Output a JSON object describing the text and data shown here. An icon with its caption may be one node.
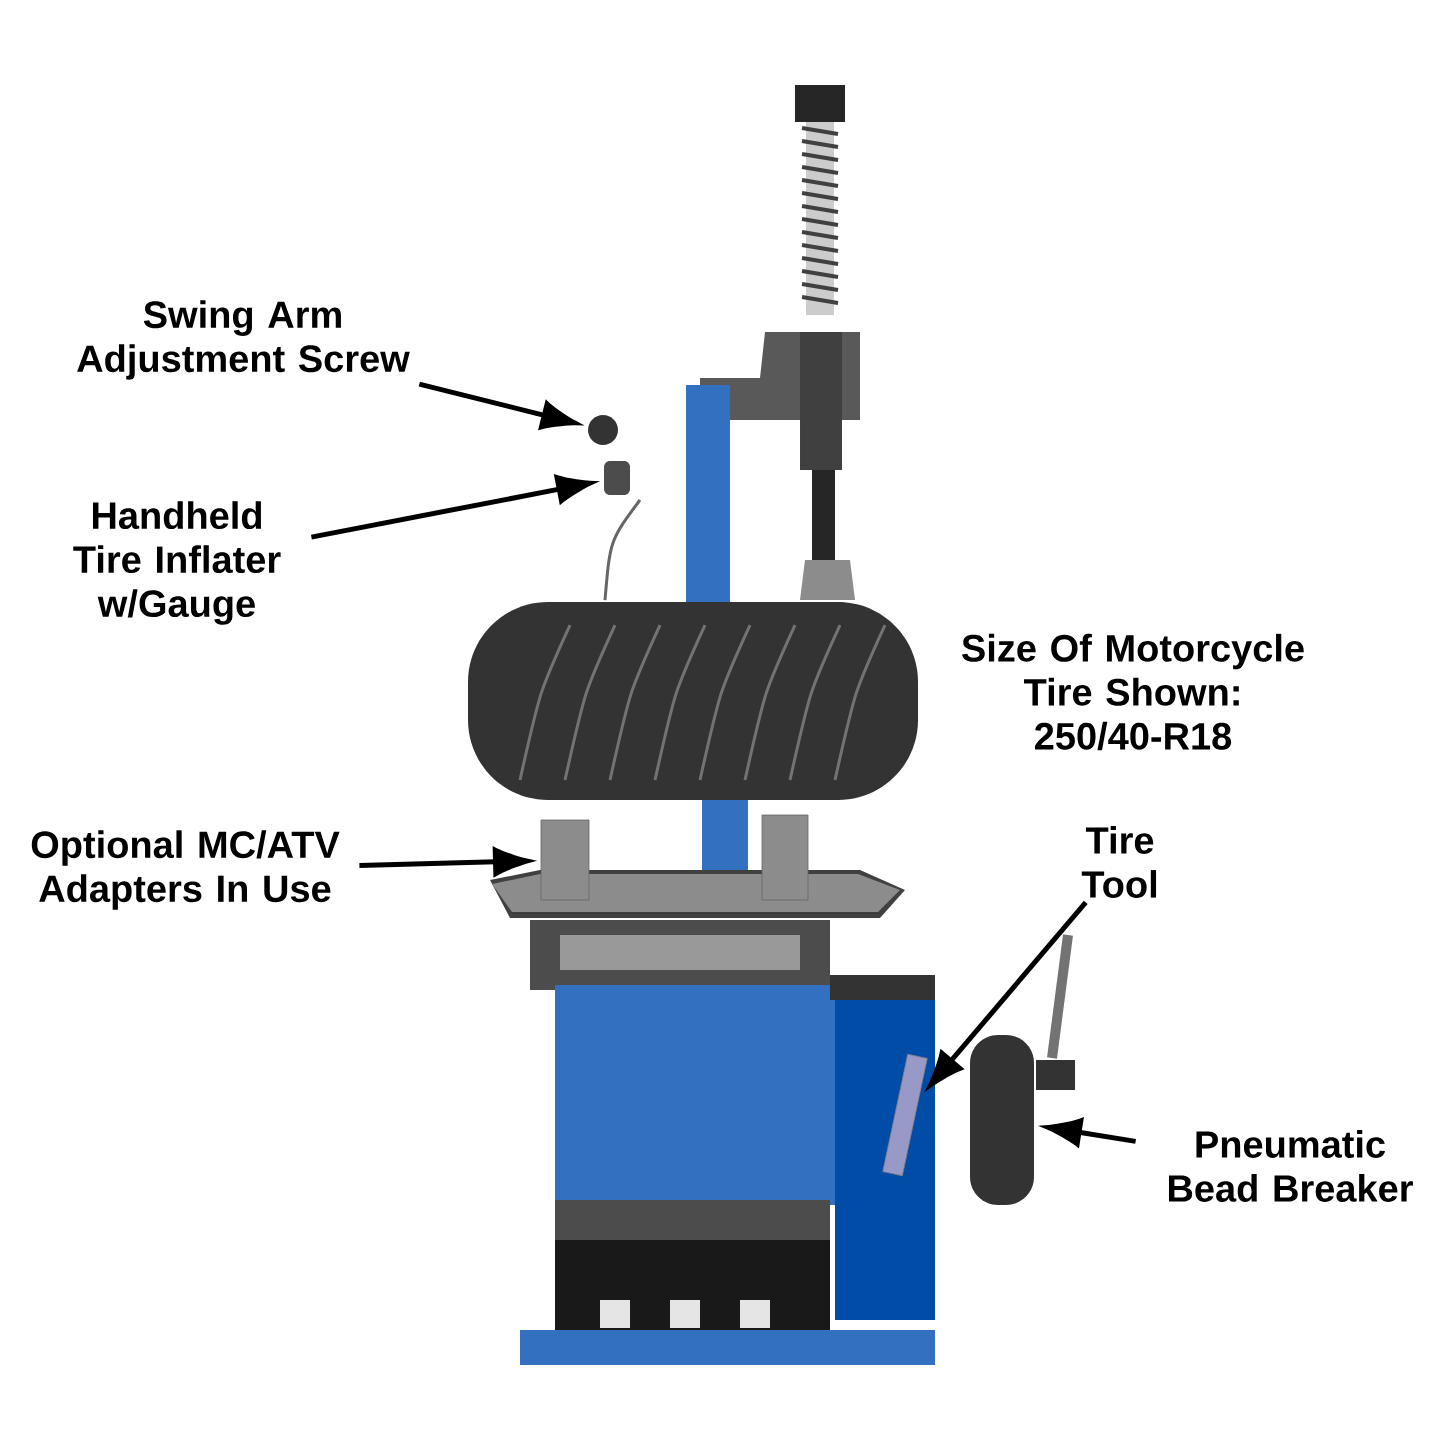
{
  "diagram": {
    "nodes": [
      {
        "text": [
          "Swing Arm Adjustment Screw"
        ]
      },
      {
        "text": [
          "Handheld Tire Inflater w/Gauge"
        ]
      },
      {
        "text": [
          "Optional MC/ATV Adapters In Use"
        ]
      },
      {
        "text": [
          "Tire Tool"
        ]
      },
      {
        "text": [
          "Pneumatic Bead Breaker"
        ]
      },
      {
        "text": [],
        "shape": "circle"
      },
      {
        "text": [],
        "shape": "box"
      },
      {
        "text": [],
        "shape": "box"
      },
      {
        "text": [],
        "shape": "bar"
      },
      {
        "text": [],
        "shape": "box"
      }
    ],
    "edges": [
      {
        "from": 0,
        "to": 5,
        "arrow": "to"
      },
      {
        "from": 1,
        "to": 6,
        "arrow": "to"
      },
      {
        "from": 2,
        "to": 7,
        "arrow": "to"
      },
      {
        "from": 3,
        "to": 8,
        "arrow": "to"
      },
      {
        "from": 4,
        "to": 9,
        "arrow": "to"
      }
    ],
    "labels": [
      "Size Of Motorcycle Tire Shown: 250/40-R18"
    ]
  }
}
